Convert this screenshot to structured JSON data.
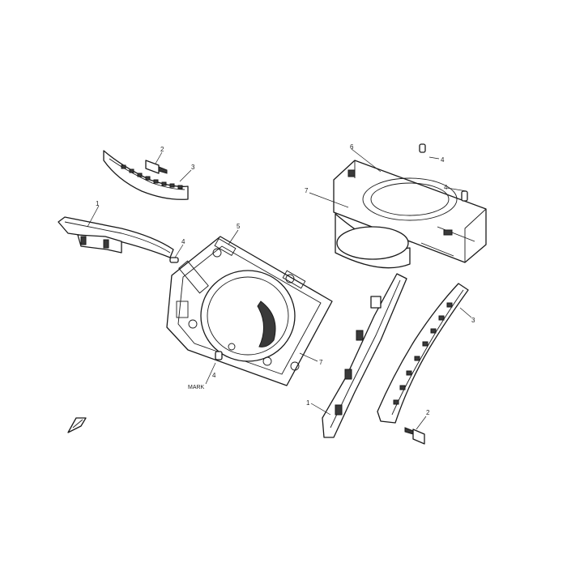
{
  "callouts": {
    "tl_guide": "1",
    "tl_bolt": "2",
    "tl_tensioner": "3",
    "pin_left": "4",
    "gasket_top": "5",
    "cyl_top": "6",
    "cyl_gasket": "7",
    "pin_top_right": "4",
    "pin_right": "4",
    "gasket_right": "7",
    "pin_bottom": "4",
    "mark_label": "MARK",
    "r_guide": "1",
    "r_bolt": "2",
    "r_tensioner": "3"
  },
  "icons": {
    "front": "front-direction-arrow-icon"
  }
}
